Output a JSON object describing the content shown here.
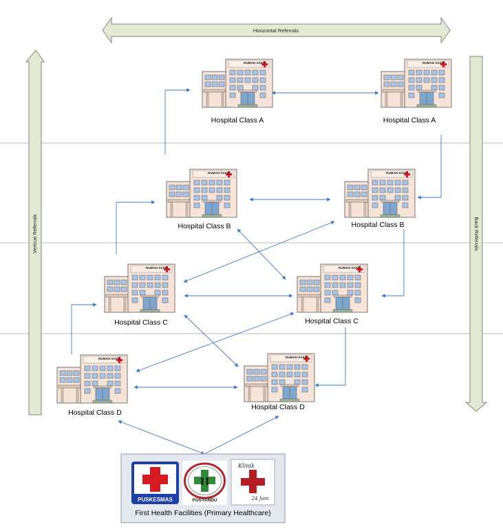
{
  "diagram": {
    "horizontal_arrow_label": "Horizontal Referrals",
    "vertical_arrow_label": "Vertical Referrals",
    "back_arrow_label": "Back Referrals",
    "hospital_sign_text": "RUMAH SAKIT",
    "hospitals": [
      {
        "id": "a-left",
        "label": "Hospital Class A"
      },
      {
        "id": "a-right",
        "label": "Hospital Class A"
      },
      {
        "id": "b-left",
        "label": "Hospital Class B"
      },
      {
        "id": "b-right",
        "label": "Hospital Class B"
      },
      {
        "id": "c-left",
        "label": "Hospital Class C"
      },
      {
        "id": "c-right",
        "label": "Hospital Class C"
      },
      {
        "id": "d-left",
        "label": "Hospital Class D"
      },
      {
        "id": "d-right",
        "label": "Hospital Class D"
      }
    ],
    "primary_care": {
      "label": "First Health Facilities (Primary Healthcare)",
      "puskesmas_label": "PUSKESMAS",
      "posyandu_label": "POSYANDU",
      "klinik_top": "Klinik",
      "klinik_bottom": "24 Jam"
    },
    "colors": {
      "band_line": "#b8b8b8",
      "connector": "#3a78c9",
      "big_arrow_fill": "#e2ead3",
      "big_arrow_stroke": "#808878",
      "building_fill": "#f6e4d8",
      "window_fill": "#a9c4e4",
      "cross_red": "#d71920",
      "puskesmas_blue": "#1c3fa8",
      "posyandu_green": "#2e8b3a",
      "primary_box_fill": "#e4e8ef",
      "primary_box_stroke": "#8f9aaa"
    }
  }
}
